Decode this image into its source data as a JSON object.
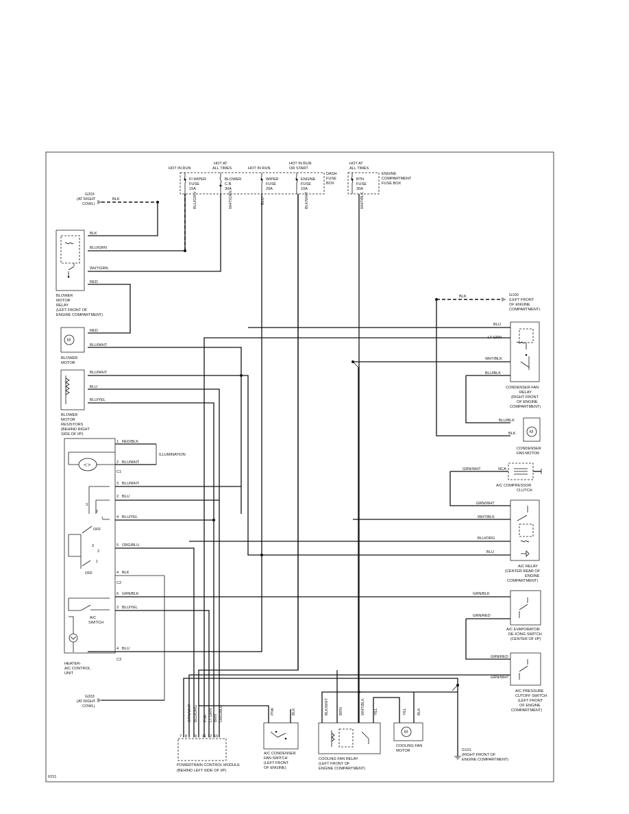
{
  "diagram_id": "6151",
  "fuse_box": {
    "group_labels": [
      "HOT IN RUN",
      "HOT AT",
      "ALL TIMES",
      "HOT IN RUN",
      "HOT IN RUN",
      "OR START"
    ],
    "fuses": [
      {
        "name": "FI WIPER",
        "type": "FUSE",
        "rating": "15A"
      },
      {
        "name": "BLOWER",
        "type": "C.B.",
        "rating": "30A"
      },
      {
        "name": "WIPER",
        "type": "FUSE",
        "rating": "20A"
      },
      {
        "name": "ENGINE",
        "type": "FUSE",
        "rating": "10A"
      }
    ],
    "label": [
      "DASH",
      "FUSE",
      "BOX"
    ]
  },
  "engine_fuse_box": {
    "hot_label": [
      "HOT AT",
      "ALL TIMES"
    ],
    "fuse": {
      "name": "BTN",
      "type": "FUSE",
      "rating": "30A"
    },
    "label": [
      "ENGINE",
      "COMPARTMENT",
      "FUSE BOX"
    ]
  },
  "grounds": {
    "g203_top": [
      "G203",
      "(AT RIGHT",
      "COWL)"
    ],
    "g203_bottom": [
      "G203",
      "(AT RIGHT",
      "COWL)"
    ],
    "g100": [
      "G100",
      "(LEFT FRONT",
      "OF ENGINE",
      "COMPARTMENT)"
    ],
    "g101": [
      "G101",
      "(RIGHT FRONT OF",
      "ENGINE COMPARTMENT)"
    ]
  },
  "components": {
    "blower_relay": [
      "BLOWER",
      "MOTOR",
      "RELAY",
      "(LEFT FRONT OF",
      "ENGINE COMPARTMENT)"
    ],
    "blower_motor": [
      "BLOWER",
      "MOTOR"
    ],
    "blower_resistors": [
      "BLOWER",
      "MOTOR",
      "RESISTORS",
      "(BEHIND RIGHT",
      "SIDE OF I/P)"
    ],
    "illumination": "ILLUMINATION",
    "heater_unit": [
      "HEATER-",
      "A/C CONTROL",
      "UNIT"
    ],
    "ac_switch": [
      "A/C",
      "SWITCH"
    ],
    "off": "OFF",
    "pcm": [
      "POWERTRAIN CONTROL MODULE",
      "(BEHIND LEFT SIDE OF I/P)"
    ],
    "condenser_switch": [
      "A/C CONDENSER",
      "FAN SWITCH",
      "(LEFT FRONT",
      "OF ENGINE)"
    ],
    "cooling_relay": [
      "COOLING FAN RELAY",
      "(LEFT FRONT OF",
      "ENGINE COMPARTMENT)"
    ],
    "cooling_motor": [
      "COOLING FAN",
      "MOTOR"
    ],
    "condenser_relay": [
      "CONDENSER FAN",
      "RELAY",
      "(RIGHT FRONT",
      "OF ENGINE",
      "COMPARTMENT)"
    ],
    "condenser_motor": [
      "CONDENSER",
      "FAN MOTOR"
    ],
    "compressor": [
      "A/C COMPRESSOR",
      "CLUTCH"
    ],
    "ac_relay": [
      "A/C RELAY",
      "(CENTER REAR OF",
      "ENGINE",
      "COMPARTMENT)"
    ],
    "deicing": [
      "A/C EVAPORATOR",
      "DE-ICING SWITCH",
      "(CENTER OF I/P)"
    ],
    "pressure": [
      "A/C PRESSURE",
      "CUTOFF SWITCH",
      "(LEFT FRONT",
      "OF ENGINE",
      "COMPARTMENT)"
    ]
  },
  "connectors": {
    "c1": "C1",
    "c2": "C2",
    "c3": "C3",
    "nca": "NCA"
  },
  "wires": {
    "blk": "BLK",
    "blu": "BLU",
    "red": "RED",
    "blu_grn": "BLU/GRN",
    "wht_grn": "WHT/GRN",
    "blu_wht": "BLU/WHT",
    "blu_yel": "BLU/YEL",
    "blk_wht": "BLK/WHT",
    "wht_blk": "WHT/BLK",
    "red_blk": "RED/BLK",
    "org_blu": "ORG/BLU",
    "grn_blk": "GRN/BLK",
    "lt_grn": "LT GRN",
    "blu_blk": "BLU/BLK",
    "grn_wht": "GRN/WHT",
    "blu_org": "BLU/ORG",
    "grn_red": "GRN/RED",
    "pnk": "PNK",
    "brn": "BRN",
    "yel": "YEL",
    "grn_wht_v": "GRN/WHT",
    "blu_org_v": "BLU/ORG",
    "pnk_v": "PNK",
    "lt_grn_v": "LT GRN",
    "brn_v": "BRN",
    "org_blu_v": "ORG/BLU"
  },
  "pins": [
    "1",
    "2",
    "3",
    "4",
    "5",
    "6",
    "7",
    "8",
    "9",
    "10",
    "11",
    "12"
  ]
}
